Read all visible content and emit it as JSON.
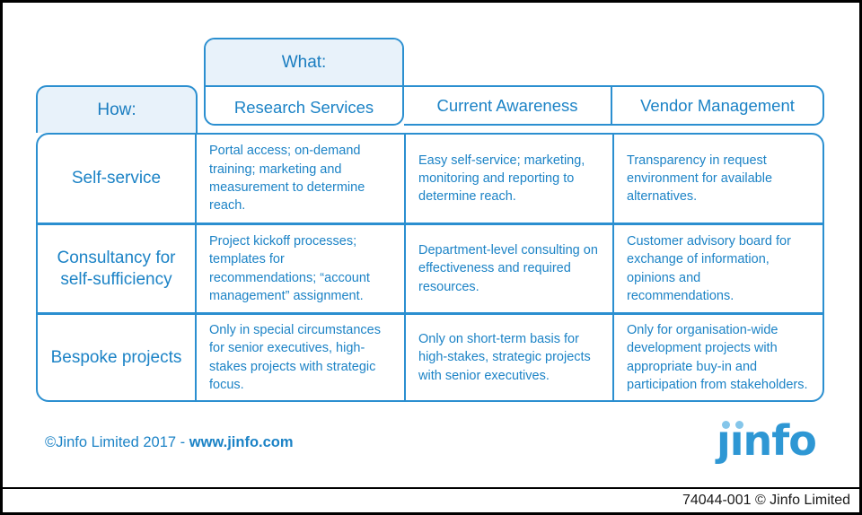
{
  "colors": {
    "accent_border": "#2b8fd0",
    "text_blue": "#1c83c6",
    "tab_fill": "#e8f2fa",
    "logo_blue": "#2e97d4",
    "logo_dot": "#85c6ea",
    "frame": "#000000"
  },
  "matrix": {
    "what_label": "What:",
    "how_label": "How:",
    "columns": [
      "Research Services",
      "Current Awareness",
      "Vendor Management"
    ],
    "rows": [
      {
        "label": "Self-service",
        "cells": [
          "Portal access; on-demand training; marketing and measurement to determine reach.",
          "Easy self-service; marketing, monitoring and reporting to determine reach.",
          "Transparency in request environment for available alternatives."
        ]
      },
      {
        "label": "Consultancy for self-sufficiency",
        "cells": [
          "Project kickoff processes; templates for recommendations; “account management” assignment.",
          "Department-level consulting on effectiveness and required resources.",
          "Customer advisory board for exchange of information, opinions and recommendations."
        ]
      },
      {
        "label": "Bespoke projects",
        "cells": [
          "Only in special circumstances for senior executives, high-stakes projects with strategic focus.",
          "Only on short-term basis for high-stakes, strategic projects with senior executives.",
          "Only for organisation-wide development projects with appropriate buy-in and participation from stakeholders."
        ]
      }
    ]
  },
  "footer": {
    "copyright": "©Jinfo Limited 2017 - ",
    "url": "www.jinfo.com"
  },
  "logo": {
    "text": "jinfo",
    "letters": "ȷınfo"
  },
  "bottom_bar": {
    "text": "74044-001 © Jinfo Limited"
  }
}
